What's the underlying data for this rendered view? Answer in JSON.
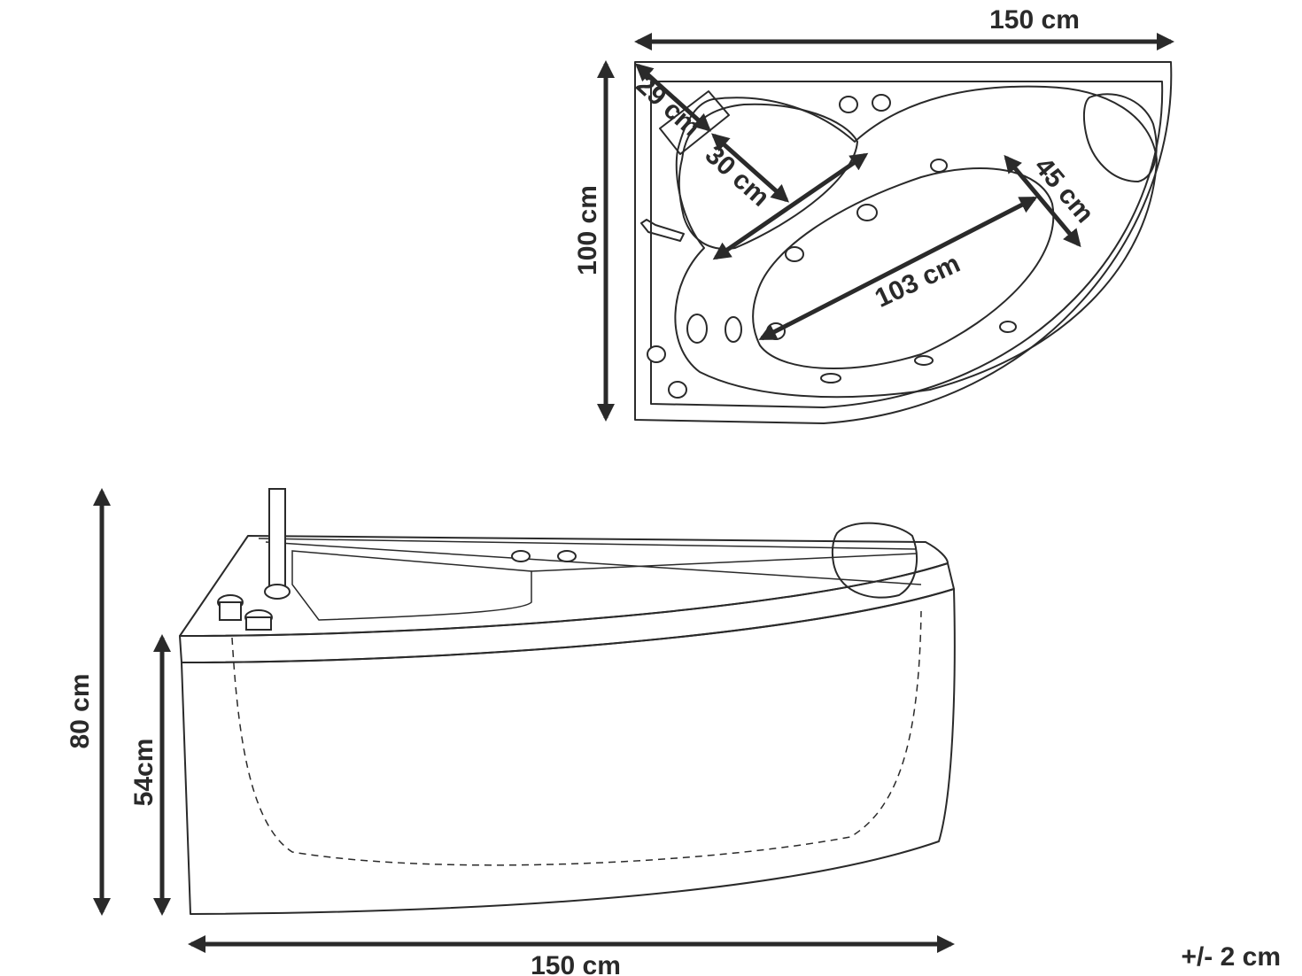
{
  "top_view": {
    "width_label": "150 cm",
    "depth_label": "100 cm",
    "corner_label": "29 cm",
    "seat_label": "30 cm",
    "basin_width_label": "45 cm",
    "basin_length_label": "103 cm"
  },
  "side_view": {
    "total_height_label": "80 cm",
    "tub_height_label": "54cm",
    "length_label": "150 cm"
  },
  "tolerance_label": "+/- 2 cm"
}
